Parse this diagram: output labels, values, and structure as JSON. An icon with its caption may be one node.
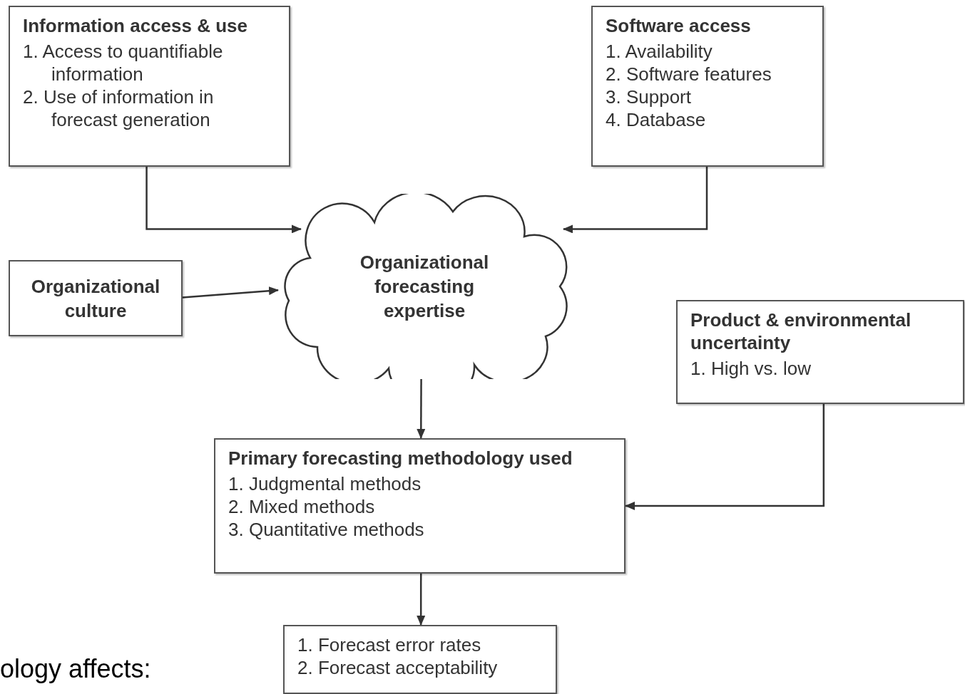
{
  "diagram": {
    "nodes": [
      {
        "text": [
          "Information access & use",
          "1. Access to quantifiable information",
          "2. Use of information in forecast generation"
        ]
      },
      {
        "text": [
          "Software access",
          "1. Availability",
          "2. Software features",
          "3. Support",
          "4. Database"
        ]
      },
      {
        "text": [
          "Organizational culture"
        ]
      },
      {
        "text": [
          "Organizational forecasting expertise"
        ]
      },
      {
        "text": [
          "Product & environmental uncertainty",
          "1. High vs. low"
        ]
      },
      {
        "text": [
          "Primary forecasting methodology used",
          "1. Judgmental methods",
          "2. Mixed methods",
          "3. Quantitative methods"
        ]
      },
      {
        "text": [
          "1. Forecast error rates",
          "2. Forecast acceptability"
        ]
      }
    ],
    "edges": [
      {
        "from": 0,
        "to": 3,
        "arrow": "to"
      },
      {
        "from": 1,
        "to": 3,
        "arrow": "to"
      },
      {
        "from": 2,
        "to": 3,
        "arrow": "to"
      },
      {
        "from": 3,
        "to": 5,
        "arrow": "to"
      },
      {
        "from": 4,
        "to": 5,
        "arrow": "to"
      },
      {
        "from": 5,
        "to": 6,
        "arrow": "to"
      }
    ],
    "labels": [
      "ology affects:"
    ]
  }
}
